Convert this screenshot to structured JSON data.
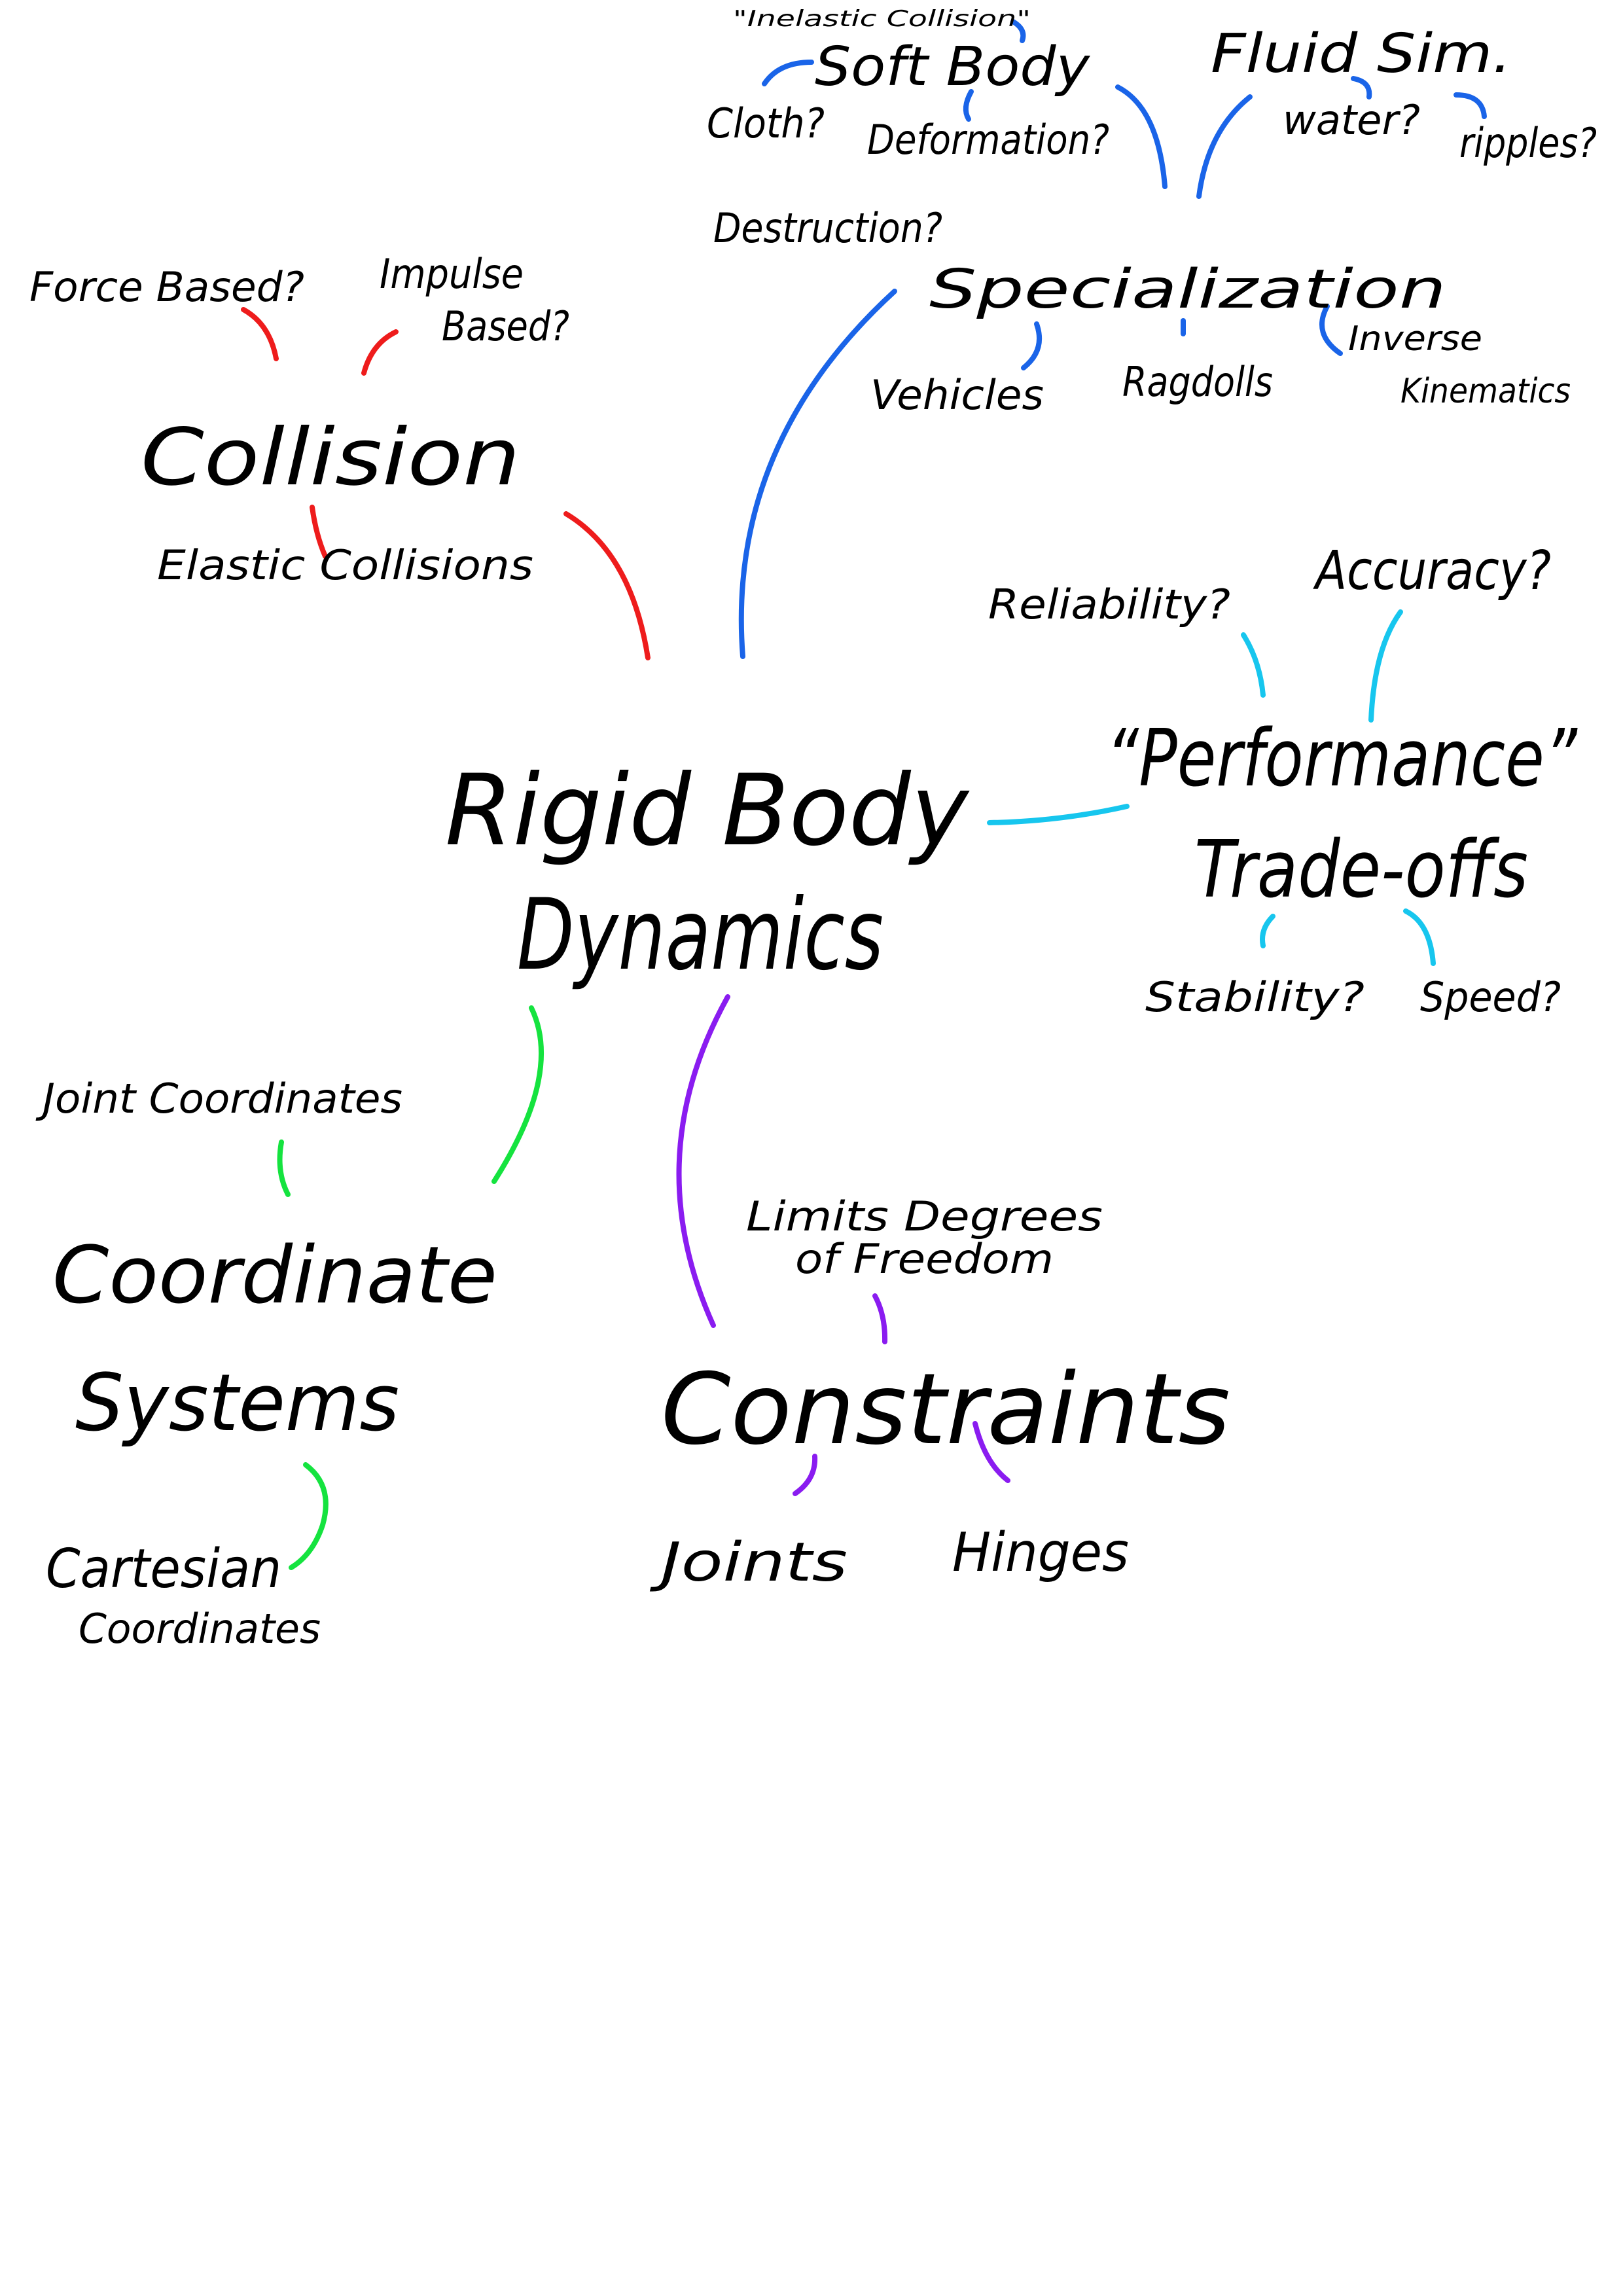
{
  "colors": {
    "collision": "#ee1c1c",
    "specialization": "#1a64e8",
    "performance": "#17c6ee",
    "coordinate": "#15e33f",
    "constraints": "#8a1cf0",
    "text": "#000000",
    "background": "#ffffff"
  },
  "center": {
    "line1": "Rigid Body",
    "line2": "Dynamics"
  },
  "collision": {
    "title": "Collision",
    "force_based": "Force Based?",
    "impulse_line1": "Impulse",
    "impulse_line2": "Based?",
    "elastic": "Elastic Collisions"
  },
  "specialization": {
    "title": "Specialization",
    "soft_body": "Soft Body",
    "inelastic": "\"Inelastic Collision\"",
    "cloth": "Cloth?",
    "deformation": "Deformation?",
    "fluid_sim": "Fluid Sim.",
    "water": "water?",
    "ripples": "ripples?",
    "destruction": "Destruction?",
    "vehicles": "Vehicles",
    "ragdolls": "Ragdolls",
    "ik_line1": "Inverse",
    "ik_line2": "Kinematics"
  },
  "performance": {
    "line1": "“Performance”",
    "line2": "Trade-offs",
    "reliability": "Reliability?",
    "accuracy": "Accuracy?",
    "stability": "Stability?",
    "speed": "Speed?"
  },
  "coordinate": {
    "line1": "Coordinate",
    "line2": "Systems",
    "joint_coordinates": "Joint Coordinates",
    "cartesian_line1": "Cartesian",
    "cartesian_line2": "Coordinates"
  },
  "constraints": {
    "title": "Constraints",
    "limits_line1": "Limits Degrees",
    "limits_line2": "of Freedom",
    "joints": "Joints",
    "hinges": "Hinges"
  }
}
